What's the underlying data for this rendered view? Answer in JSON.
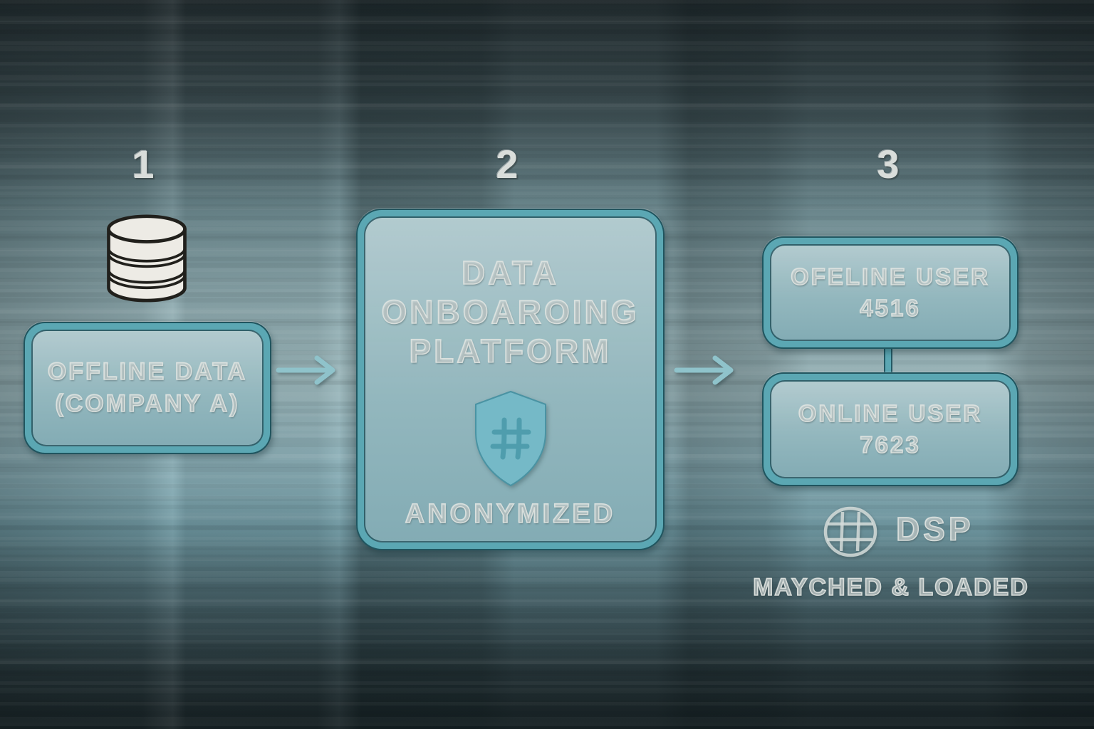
{
  "steps": {
    "one": {
      "number": "1",
      "source_box": {
        "line1": "OFFLINE DATA",
        "line2": "(COMPANY A)"
      }
    },
    "two": {
      "number": "2",
      "platform_box": {
        "line1": "DATA",
        "line2": "ONBOAROING",
        "line3": "PLATFORM",
        "status": "ANONYMIZED"
      }
    },
    "three": {
      "number": "3",
      "offline_user_box": {
        "line1": "OFELINE USER",
        "line2": "4516"
      },
      "online_user_box": {
        "line1": "ONLINE USER",
        "line2": "7623"
      },
      "dsp": {
        "label": "DSP"
      },
      "footer": "MAYCHED & LOADED"
    }
  },
  "icons": {
    "database": "database-icon",
    "shield": "shield-hash-icon",
    "globe": "globe-hash-icon",
    "arrow1": "arrow-right-icon",
    "arrow2": "arrow-right-icon"
  },
  "colors": {
    "panel_border_teal": "#5ba7b3",
    "panel_border_line": "#164650",
    "panel_fill_light": "#b6ccd0",
    "panel_fill_dark": "#86acb4",
    "shield_fill": "#75b9c7",
    "shield_hash": "#4f9dad",
    "arrow": "#8fc3cb",
    "text_engraved": "#d3dad8",
    "database_fill": "#edebe5",
    "database_outline": "#21201c",
    "background_dark": "#28363a",
    "background_light": "#9cb7bb"
  }
}
